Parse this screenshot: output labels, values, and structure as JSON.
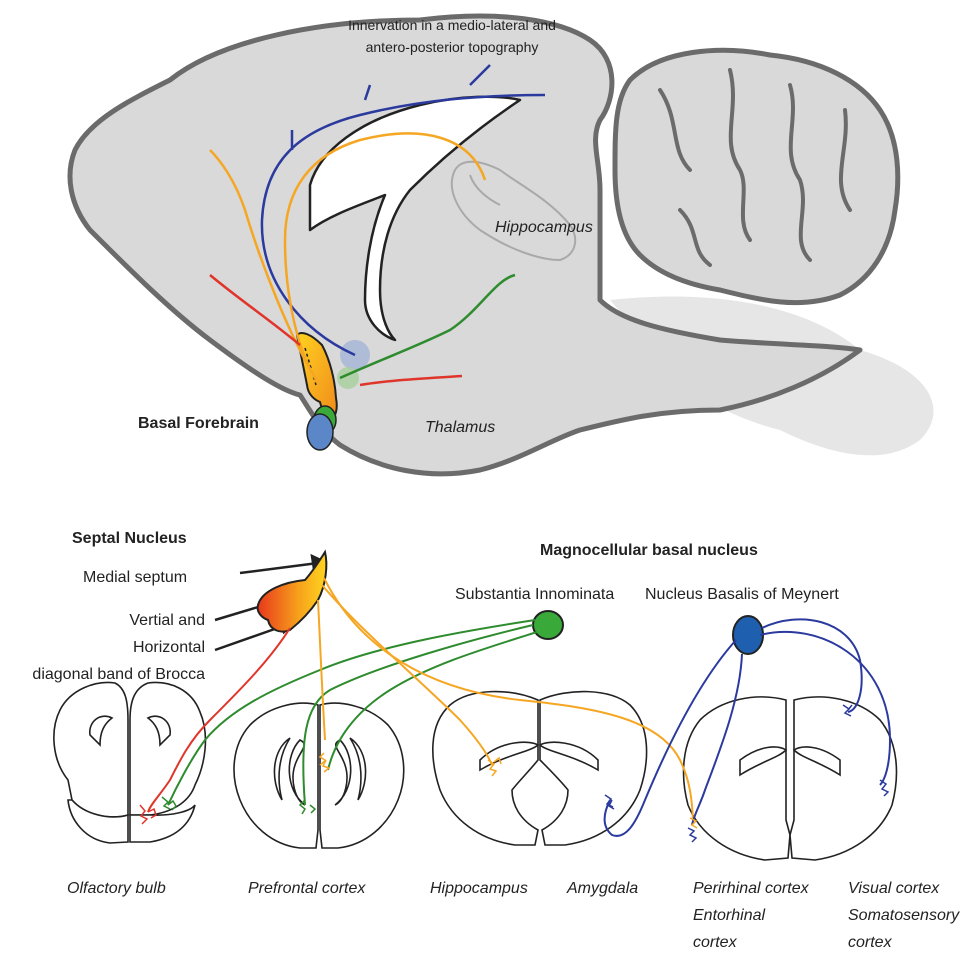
{
  "colors": {
    "brain_fill": "#d9d9d9",
    "brain_outline": "#6b6b6b",
    "shadow": "#e6e6e6",
    "blue": "#2b3a9e",
    "orange": "#f5a623",
    "green": "#2e8b2e",
    "red": "#e0352b",
    "nucleus_blue": "#1f5fb0",
    "nucleus_green": "#39a939"
  },
  "sagittal": {
    "innervation_line1": "Innervation in a medio-lateral and",
    "innervation_line2": "antero-posterior topography",
    "hippocampus": "Hippocampus",
    "thalamus": "Thalamus",
    "basal_forebrain": "Basal Forebrain"
  },
  "pathways": {
    "septal_title": "Septal Nucleus",
    "medial_septum": "Medial septum",
    "vertical_line1": "Vertial and",
    "vertical_line2": "Horizontal",
    "vertical_line3": "diagonal band of Brocca",
    "magno_title": "Magnocellular basal nucleus",
    "substantia": "Substantia Innominata",
    "meynert": "Nucleus Basalis of Meynert"
  },
  "sections": {
    "olfactory": "Olfactory bulb",
    "prefrontal": "Prefrontal cortex",
    "hippocampus": "Hippocampus",
    "amygdala": "Amygdala",
    "perirhinal_line1": "Perirhinal cortex",
    "perirhinal_line2": "Entorhinal",
    "perirhinal_line3": "cortex",
    "visual_line1": "Visual cortex",
    "visual_line2": "Somatosensory",
    "visual_line3": "cortex"
  }
}
